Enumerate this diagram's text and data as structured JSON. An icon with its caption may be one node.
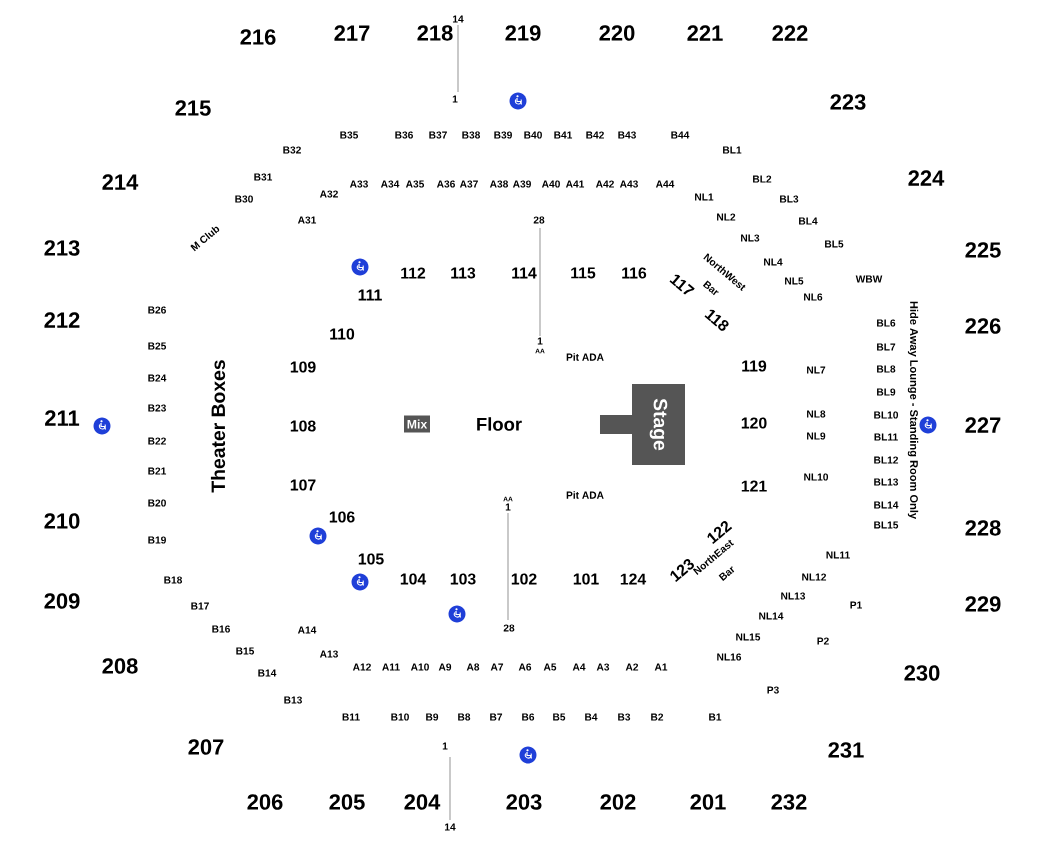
{
  "diagram": {
    "nodes": [
      {
        "text": [
          "Mix"
        ]
      },
      {
        "text": [
          "Stage"
        ]
      }
    ],
    "labels": [
      "216",
      "217",
      "218",
      "14",
      "219",
      "220",
      "221",
      "222",
      "215",
      "223",
      "1",
      "B35",
      "B36",
      "B37",
      "B38",
      "B39",
      "B40",
      "B41",
      "B42",
      "B43",
      "B44",
      "B32",
      "BL1",
      "214",
      "224",
      "B31",
      "A33",
      "A34",
      "A35",
      "A36",
      "A37",
      "A38",
      "A39",
      "A40",
      "A41",
      "A42",
      "A43",
      "A44",
      "BL2",
      "A32",
      "B30",
      "NL1",
      "BL3",
      "A31",
      "28",
      "NL2",
      "BL4",
      "M Club",
      "NL3",
      "BL5",
      "213",
      "225",
      "NL4",
      "112",
      "113",
      "114",
      "115",
      "116",
      "117",
      "NorthWest Bar",
      "NL5",
      "WBW",
      "111",
      "NL6",
      "B26",
      "212",
      "Hide Away Lounge - Standing Room Only",
      "BL6",
      "118",
      "226",
      "110",
      "1",
      "AA",
      "B25",
      "BL7",
      "Pit ADA",
      "109",
      "119",
      "NL7",
      "BL8",
      "B24",
      "BL9",
      "B23",
      "NL8",
      "BL10",
      "211",
      "Theater Boxes",
      "108",
      "Floor",
      "120",
      "227",
      "NL9",
      "BL11",
      "B22",
      "BL12",
      "B21",
      "NL10",
      "BL13",
      "107",
      "121",
      "B20",
      "AA",
      "1",
      "Pit ADA",
      "BL14",
      "106",
      "210",
      "BL15",
      "228",
      "122",
      "B19",
      "NL11",
      "105",
      "B18",
      "104",
      "103",
      "102",
      "101",
      "124",
      "123",
      "NorthEast Bar",
      "NL12",
      "209",
      "B17",
      "NL13",
      "P1",
      "229",
      "NL14",
      "B16",
      "A14",
      "28",
      "NL15",
      "P2",
      "B15",
      "A13",
      "NL16",
      "208",
      "A12",
      "A11",
      "A10",
      "A9",
      "A8",
      "A7",
      "A6",
      "A5",
      "A4",
      "A3",
      "A2",
      "A1",
      "B14",
      "230",
      "P3",
      "B13",
      "B11",
      "B10",
      "B9",
      "B8",
      "B7",
      "B6",
      "B5",
      "B4",
      "B3",
      "B2",
      "B1",
      "207",
      "1",
      "231",
      "206",
      "205",
      "204",
      "203",
      "202",
      "201",
      "232",
      "14"
    ]
  }
}
